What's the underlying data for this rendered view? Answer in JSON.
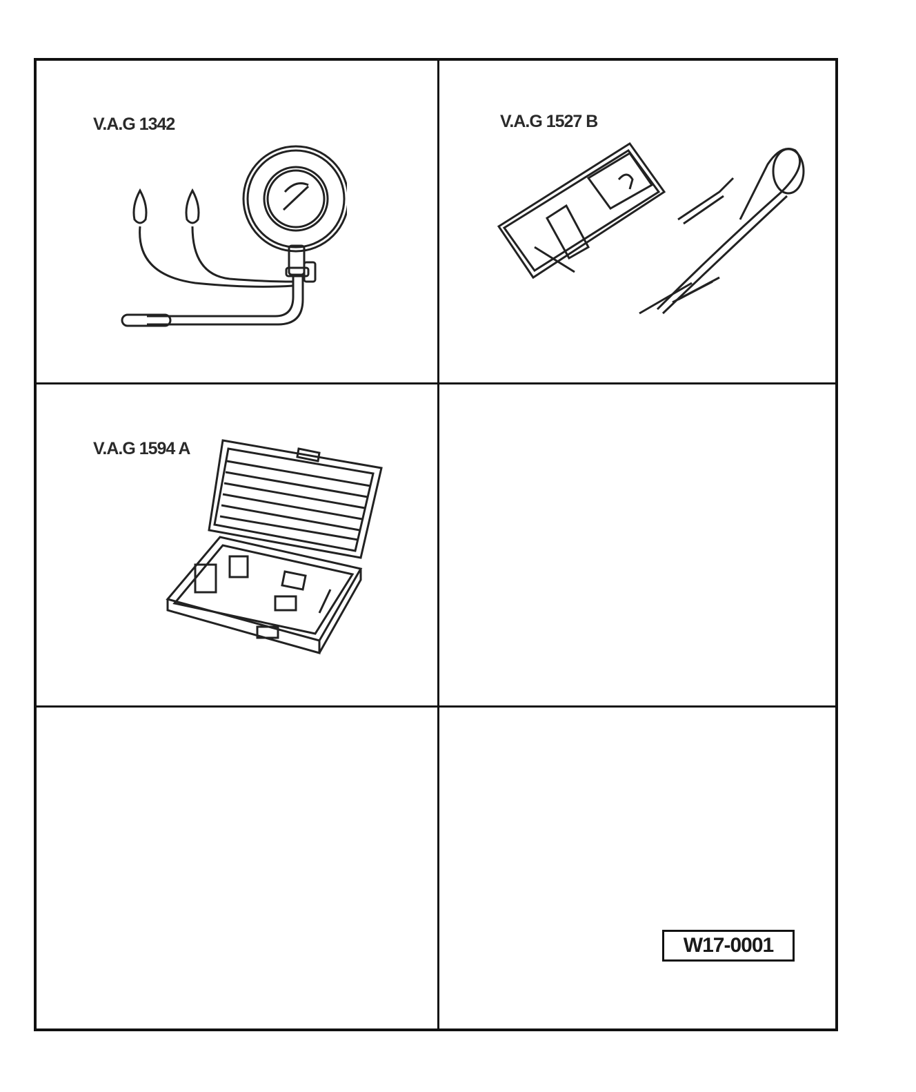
{
  "tools": [
    {
      "label": "V.A.G 1342",
      "depicts": "vacuum-gauge"
    },
    {
      "label": "V.A.G 1527 B",
      "depicts": "multimeter"
    },
    {
      "label": "V.A.G 1594 A",
      "depicts": "adapter-case"
    }
  ],
  "figure_code": "W17-0001",
  "colors": {
    "line": "#111111",
    "background": "#ffffff"
  }
}
